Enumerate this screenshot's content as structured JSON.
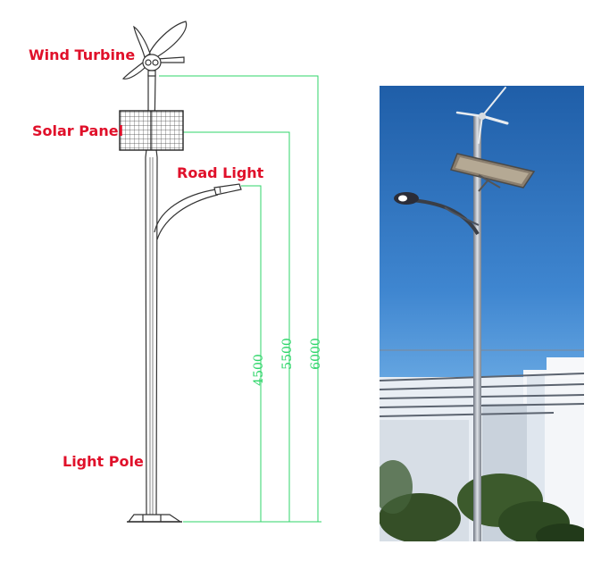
{
  "labels": {
    "wind_turbine": "Wind Turbine",
    "solar_panel": "Solar Panel",
    "road_light": "Road Light",
    "light_pole": "Light Pole"
  },
  "dimensions": {
    "road_light_height": "4500",
    "solar_panel_height": "5500",
    "wind_turbine_height": "6000"
  },
  "colors": {
    "label": "#e0102a",
    "dimension_lines": "#2fd66a",
    "drawing": "#333333"
  },
  "photo": {
    "description_icon": "street-light-photo"
  }
}
